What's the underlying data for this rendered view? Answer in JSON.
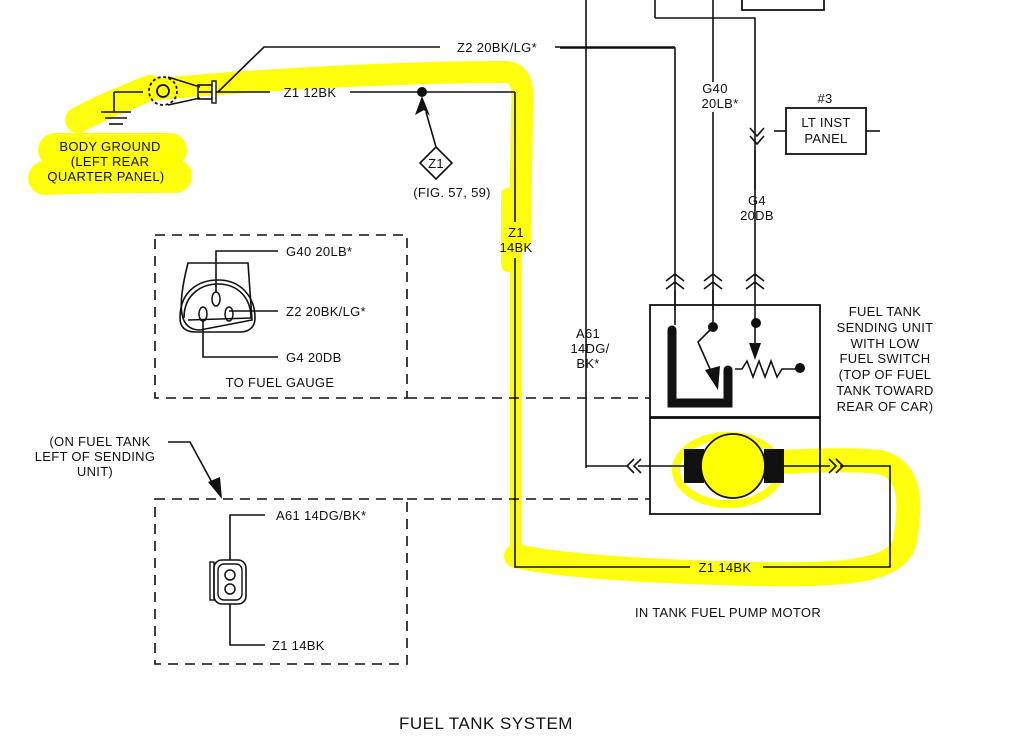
{
  "diagram": {
    "title": "FUEL TANK SYSTEM",
    "highlight_color": "#ffff00",
    "line_color": "#111111",
    "body_ground": {
      "lines": [
        "BODY GROUND",
        "(LEFT REAR",
        "QUARTER PANEL)"
      ]
    },
    "wires": {
      "z2_top": "Z2 20BK/LG*",
      "z1_12bk": "Z1 12BK",
      "z1_vertical": [
        "Z1",
        "14BK"
      ],
      "g40_vertical": [
        "G40",
        "20LB*"
      ],
      "g4_vertical": [
        "G4",
        "20DB"
      ],
      "a61_vertical": [
        "A61",
        "14DG/",
        "BK*"
      ],
      "z1_bottom": "Z1 14BK"
    },
    "splice": {
      "id": "Z1",
      "reference": "(FIG. 57, 59)"
    },
    "lt_inst_panel": {
      "number": "#3",
      "lines": [
        "LT INST",
        "PANEL"
      ]
    },
    "fuel_gauge_connector": {
      "pins": [
        "G40 20LB*",
        "Z2 20BK/LG*",
        "G4 20DB"
      ],
      "caption": "TO FUEL GAUGE"
    },
    "pump_connector": {
      "note": [
        "(ON FUEL TANK",
        "LEFT OF SENDING",
        "UNIT)"
      ],
      "pins": [
        "A61 14DG/BK*",
        "Z1 14BK"
      ]
    },
    "sending_unit": {
      "lines": [
        "FUEL TANK",
        "SENDING UNIT",
        "WITH LOW",
        "FUEL SWITCH",
        "(TOP OF FUEL",
        "TANK TOWARD",
        "REAR OF CAR)"
      ]
    },
    "pump_motor": {
      "caption": "IN TANK FUEL PUMP MOTOR"
    }
  }
}
